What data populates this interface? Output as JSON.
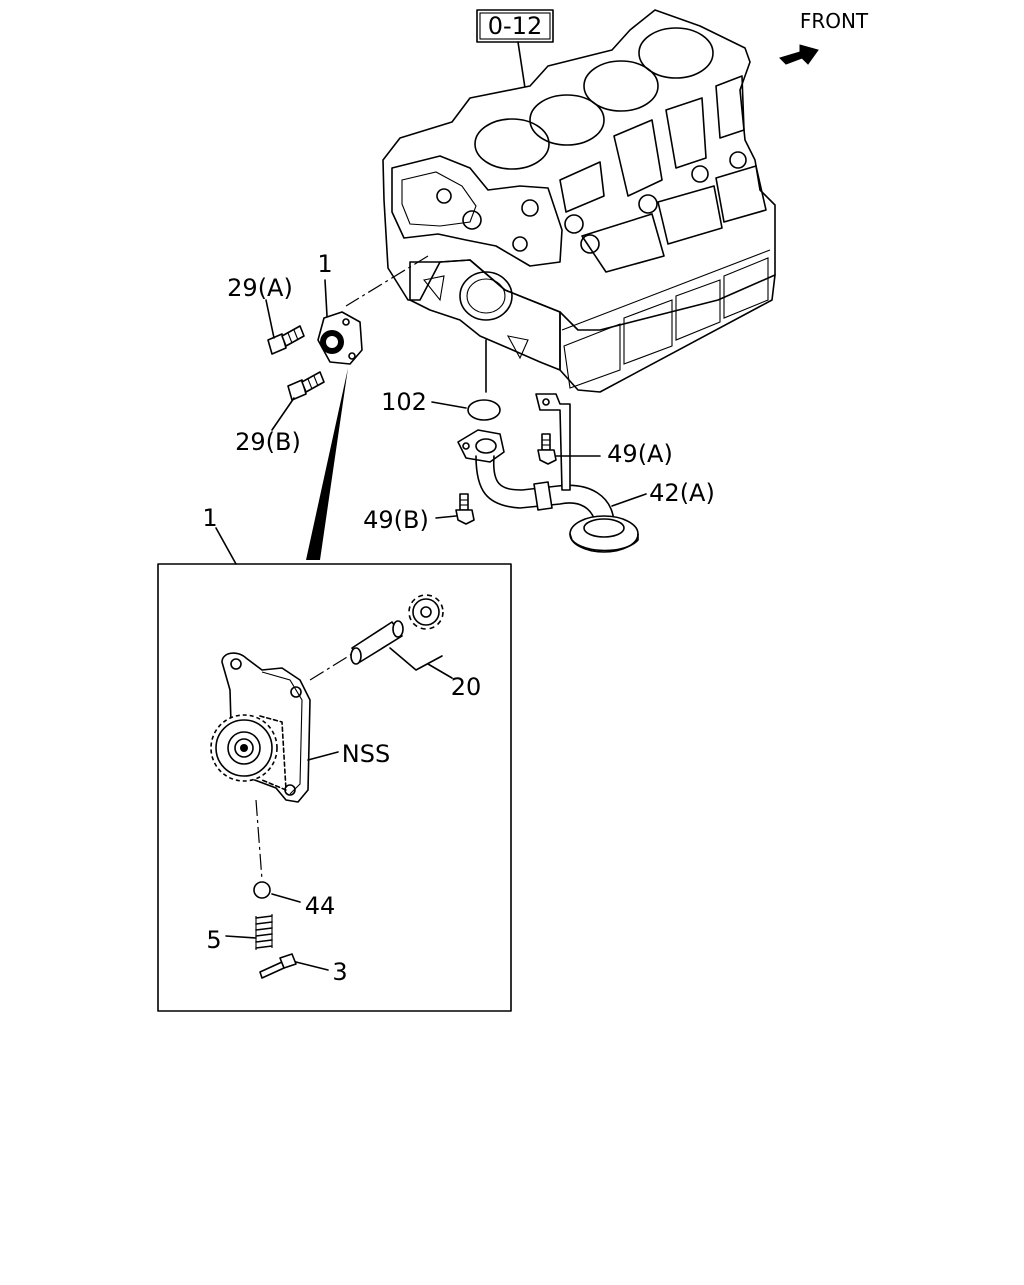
{
  "figure": {
    "ref_box": "0-12",
    "direction": "FRONT"
  },
  "callouts": {
    "c29a": "29(A)",
    "c29b": "29(B)",
    "c1_top": "1",
    "c1_detail": "1",
    "c102": "102",
    "c49a": "49(A)",
    "c49b": "49(B)",
    "c42a": "42(A)",
    "c20": "20",
    "nss": "NSS",
    "c44": "44",
    "c5": "5",
    "c3": "3"
  },
  "icons": [
    "front-arrow-icon"
  ],
  "colors": {
    "ink": "#000000",
    "paper": "#ffffff"
  }
}
